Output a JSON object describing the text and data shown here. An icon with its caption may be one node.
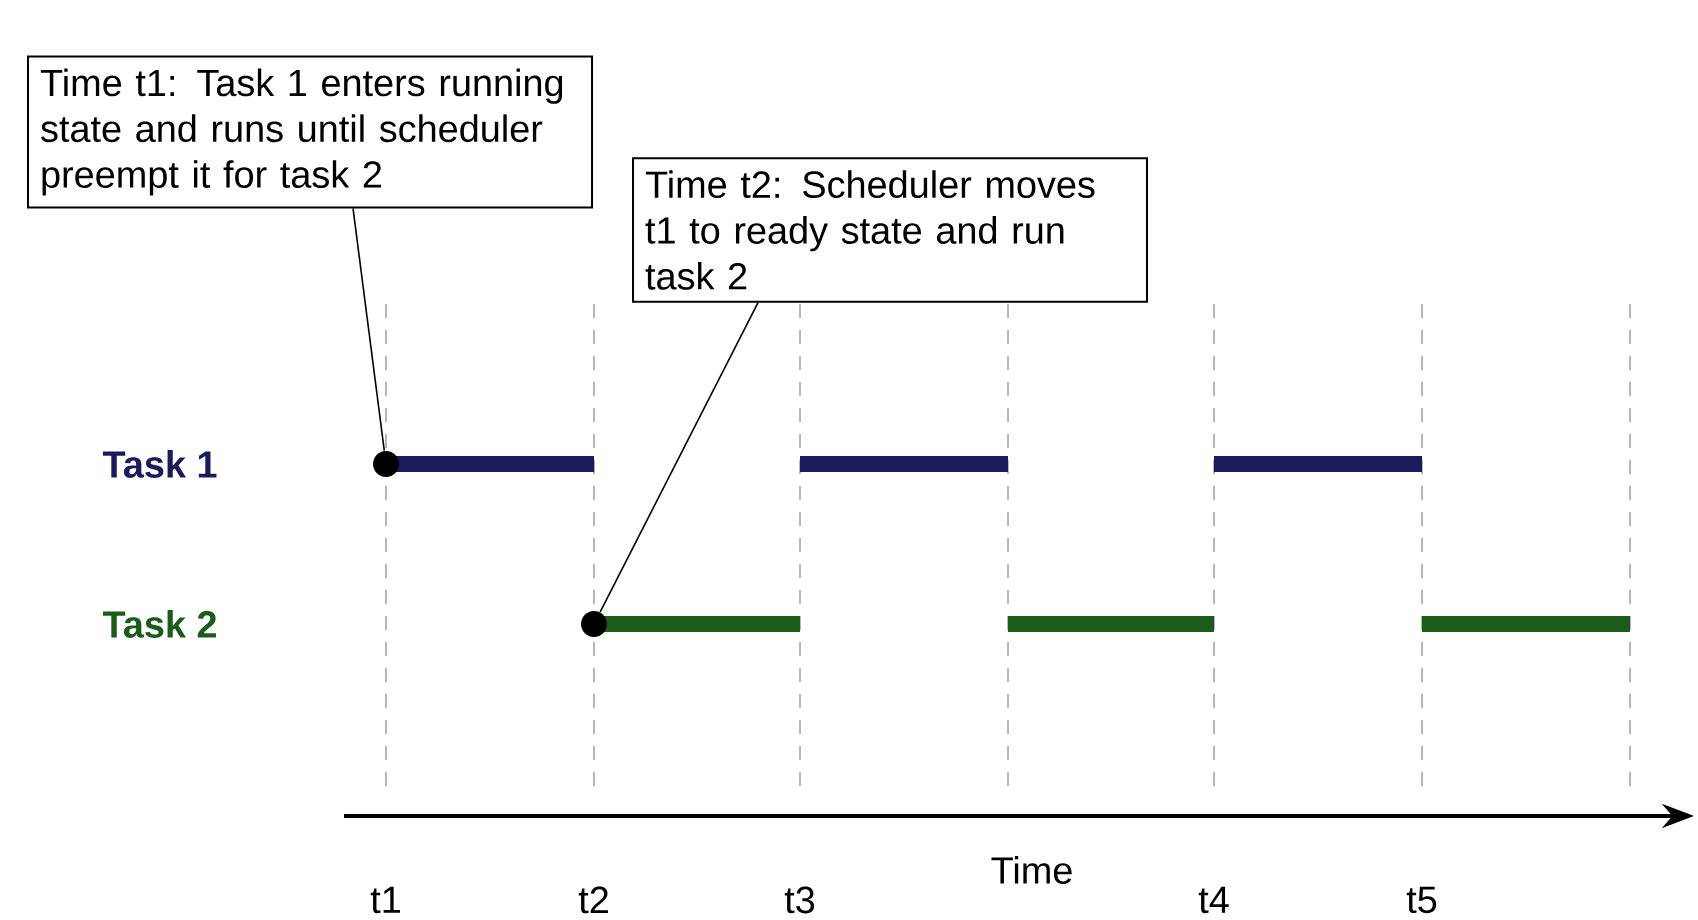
{
  "diagram": {
    "nodes": [
      {
        "text": [
          "Time t1: Task 1 enters running state and runs until scheduler preempt it for task 2"
        ]
      },
      {
        "text": [
          "Time t2: Scheduler moves t1 to ready state and run task 2"
        ]
      },
      {
        "text": [],
        "shape": "circle"
      },
      {
        "text": [],
        "shape": "circle"
      }
    ],
    "edges": [
      {
        "from": 0,
        "to": 2,
        "arrow": "none"
      },
      {
        "from": 1,
        "to": 3,
        "arrow": "none"
      }
    ],
    "labels": [
      "Task 1",
      "Task 2",
      "t1",
      "t2",
      "t3",
      "Time",
      "t4",
      "t5"
    ]
  }
}
